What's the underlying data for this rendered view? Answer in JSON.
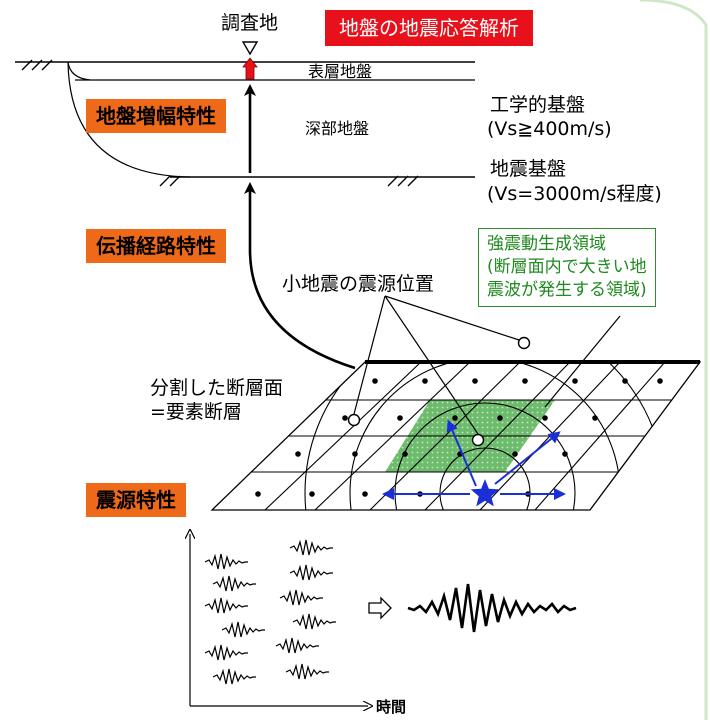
{
  "site_label": "調査地",
  "title_box": "地盤の地震応答解析",
  "layers": {
    "surface": "表層地盤",
    "deep": "深部地盤",
    "engineering_base": "工学的基盤",
    "engineering_vs": "(Vs≧400m/s)",
    "seismic_base": "地震基盤",
    "seismic_vs": "(Vs=3000m/s程度)"
  },
  "characteristics": {
    "amplification": "地盤増幅特性",
    "propagation": "伝播経路特性",
    "source": "震源特性"
  },
  "small_eq_label": "小地震の震源位置",
  "fault_label_line1": "分割した断層面",
  "fault_label_line2": "=要素断層",
  "strong_motion": {
    "line1": "強震動生成領域",
    "line2": "(断層面内で大きい地",
    "line3": "震波が発生する領域)"
  },
  "time_axis_label": "時間",
  "colors": {
    "orange_box": "#ef6a18",
    "red_box": "#e8101a",
    "green_text": "#1f8a1f",
    "green_fill": "#7dc47d",
    "arrow_blue": "#1a2fd6"
  }
}
